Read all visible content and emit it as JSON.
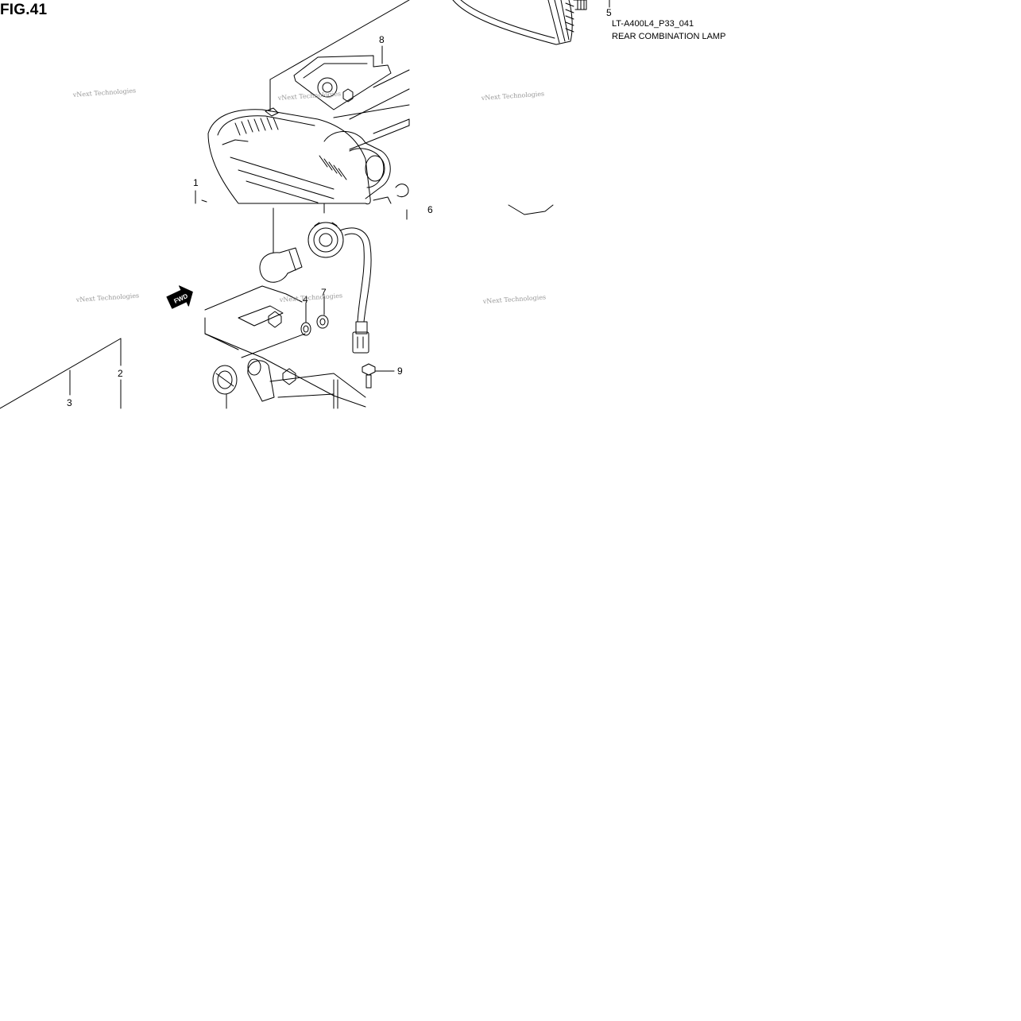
{
  "figure": {
    "title": "FIG.41",
    "code": "LT-A400L4_P33_041",
    "name": "REAR COMBINATION LAMP"
  },
  "callouts": [
    "1",
    "2",
    "3",
    "4",
    "5",
    "6",
    "7",
    "8",
    "9"
  ],
  "fwd_label": "FWD",
  "watermark": "vNext Technologies",
  "colors": {
    "line": "#000000",
    "background": "#ffffff",
    "watermark": "#9a9a9a"
  }
}
